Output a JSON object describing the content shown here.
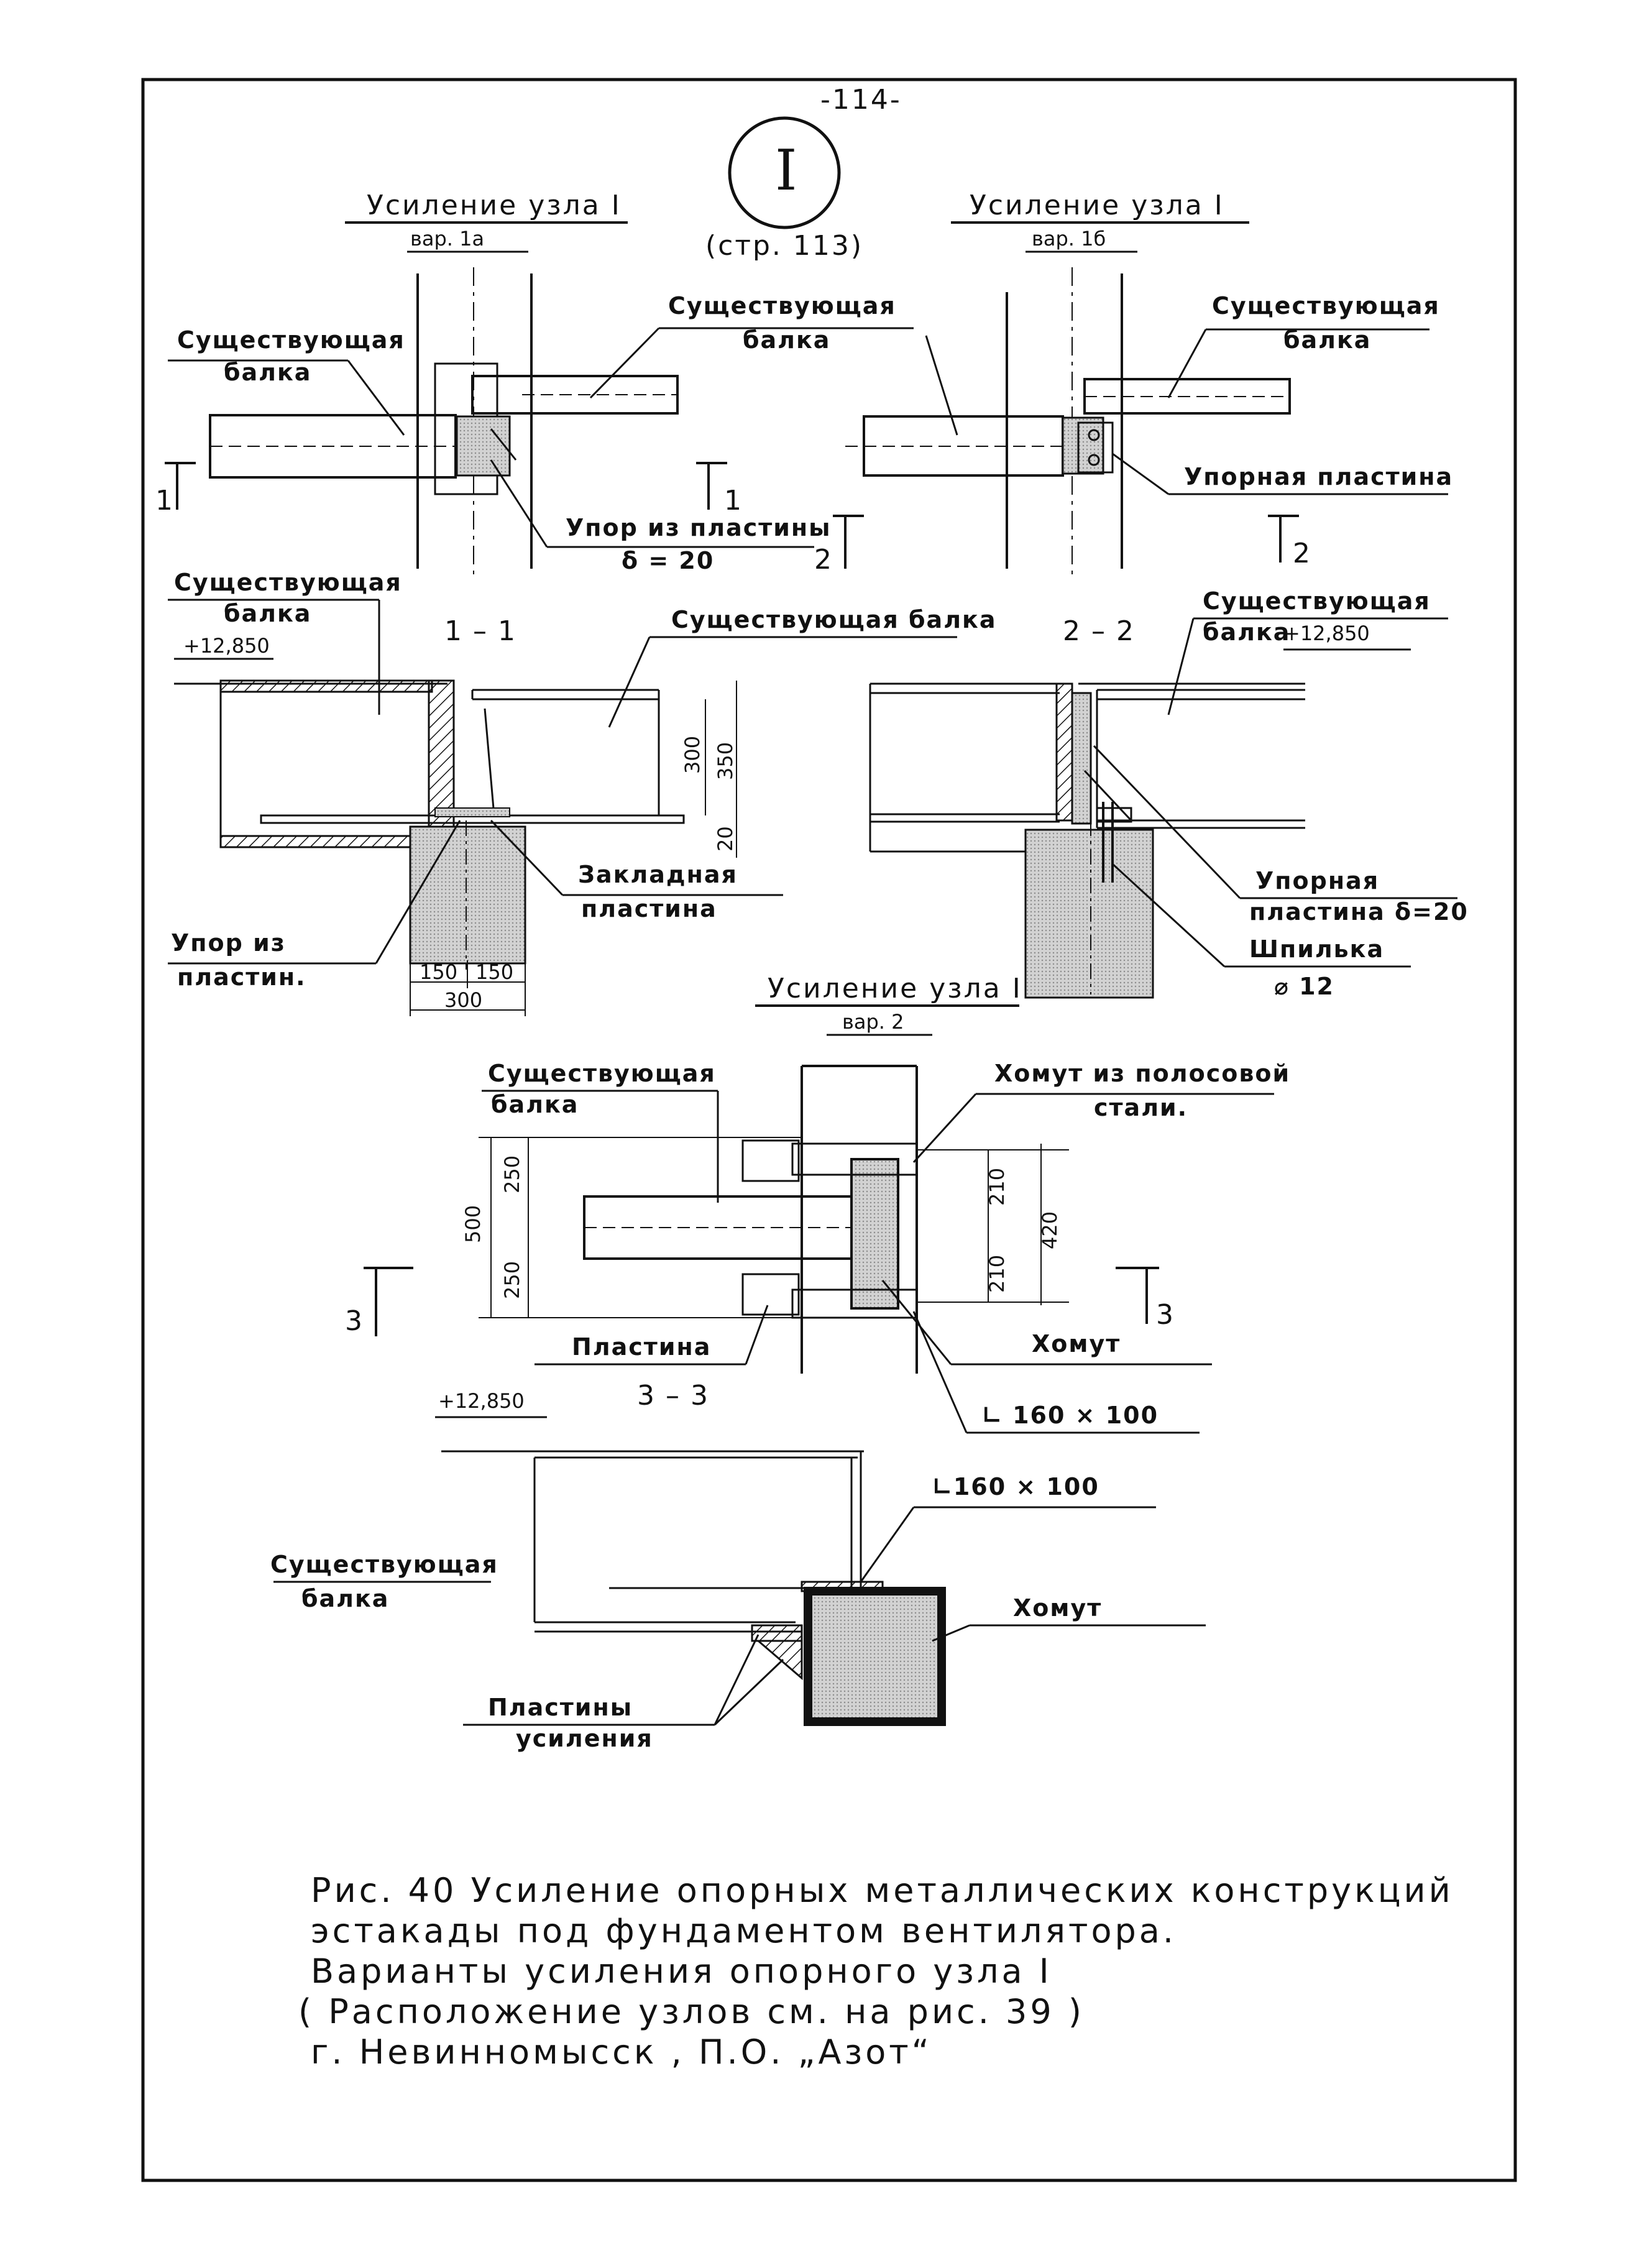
{
  "page_number": "-114-",
  "node_symbol": "I",
  "node_ref": "(стр. 113)",
  "variant_1a": {
    "title": "Усиление узла I",
    "subtitle": "вар. 1а",
    "existing_beam_left": [
      "Существующая",
      "балка"
    ],
    "existing_beam_right": [
      "Существующая",
      "балка"
    ],
    "stop_plate": [
      "Упор из пластины",
      "δ = 20"
    ],
    "section_mark": "1"
  },
  "variant_1b": {
    "title": "Усиление узла I",
    "subtitle": "вар. 1б",
    "existing_beam": [
      "Существующая",
      "балка"
    ],
    "stop_plate": "Упорная пластина",
    "section_mark": "2"
  },
  "section_1_1": {
    "title": "1 – 1",
    "existing_beam_left": [
      "Существующая",
      "балка"
    ],
    "existing_beam_top": "Существующая балка",
    "elevation": "+12,850",
    "dims": [
      "300",
      "350",
      "20",
      "150",
      "150",
      "300"
    ],
    "embedded_plate": [
      "Закладная",
      "пластина"
    ],
    "stop_plates": [
      "Упор из",
      "пластин."
    ]
  },
  "section_2_2": {
    "title": "2 – 2",
    "existing_beam": [
      "Существующая",
      "балка"
    ],
    "elevation": "+12,850",
    "stop_plate": [
      "Упорная",
      "пластина δ=20"
    ],
    "stud": [
      "Шпилька",
      "⌀ 12"
    ]
  },
  "variant_2": {
    "title": "Усиление узла I",
    "subtitle": "вар. 2",
    "existing_beam": [
      "Существующая",
      "балка"
    ],
    "clamp_strip": [
      "Хомут из полосовой",
      "стали."
    ],
    "dims": [
      "500",
      "250",
      "250",
      "210",
      "210",
      "420"
    ],
    "plate": "Пластина",
    "clamp": "Хомут",
    "angle": "∟ 160 × 100",
    "section_mark": "3"
  },
  "section_3_3": {
    "title": "3 – 3",
    "elevation": "+12,850",
    "existing_beam": [
      "Существующая",
      "балка"
    ],
    "angle": "∟160 × 100",
    "clamp": "Хомут",
    "reinforcement_plates": [
      "Пластины",
      "усиления"
    ]
  },
  "caption": {
    "lines": [
      "Рис. 40   Усиление опорных металлических конструкций",
      "эстакады   под фундаментом вентилятора.",
      "Варианты усиления опорного узла I",
      "( Расположение узлов см. на рис. 39 )",
      "г. Невинномысск ,  П.О. „Азот“"
    ]
  },
  "colors": {
    "ink": "#111111",
    "hatch": "#c8c8c8",
    "paper": "#ffffff"
  }
}
